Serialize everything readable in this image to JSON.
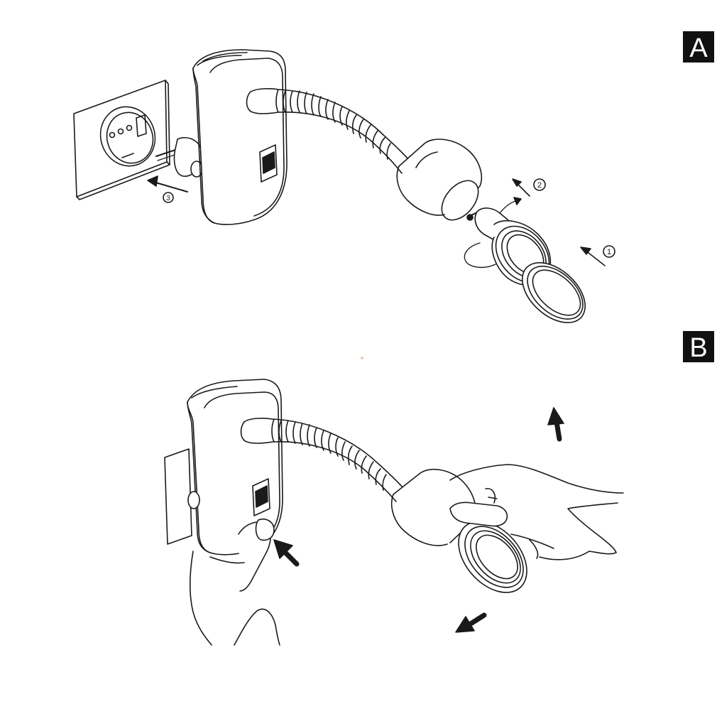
{
  "panels": [
    {
      "label": "A",
      "steps": [
        "1",
        "2",
        "3"
      ]
    },
    {
      "label": "B"
    }
  ],
  "colors": {
    "ink": "#1a1a1a",
    "paper": "#ffffff",
    "label_bg": "#111111",
    "label_fg": "#ffffff"
  }
}
